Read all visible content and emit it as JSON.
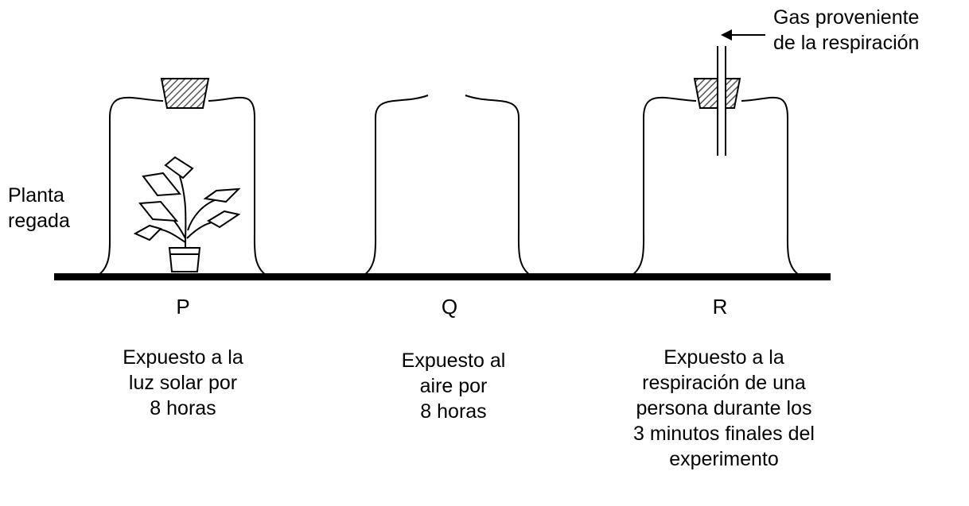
{
  "plant_label": [
    "Planta",
    "regada"
  ],
  "gas_label": [
    "Gas proveniente",
    "de la respiración"
  ],
  "jars": [
    {
      "id": "P",
      "caption": [
        "Expuesto a la",
        "luz solar por",
        "8 horas"
      ]
    },
    {
      "id": "Q",
      "caption": [
        "Expuesto al",
        "aire por",
        "8 horas"
      ]
    },
    {
      "id": "R",
      "caption": [
        "Expuesto a la",
        "respiración de una",
        "persona durante los",
        "3 minutos finales del",
        "experimento"
      ]
    }
  ]
}
